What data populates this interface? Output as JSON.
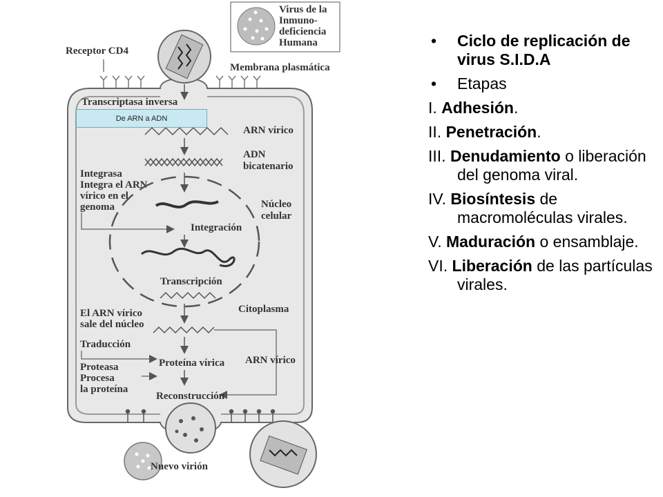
{
  "diagram": {
    "legend": {
      "line1": "Virus de la",
      "line2": "Inmuno-",
      "line3": "deficiencia",
      "line4": "Humana"
    },
    "receptor": "Receptor CD4",
    "membrane": "Membrana plasmática",
    "transcriptase": "Transcriptasa inversa",
    "callout": "De ARN a ADN",
    "rna1": "ARN vírico",
    "dna_line1": "ADN",
    "dna_line2": "bicatenario",
    "integrase": {
      "line1": "Integrasa",
      "line2": "Integra el ARN",
      "line3": "vírico en el",
      "line4": "genoma"
    },
    "nucleus_line1": "Núcleo",
    "nucleus_line2": "celular",
    "integration": "Integración",
    "transcription": "Transcripción",
    "rna_exit": {
      "line1": "El ARN vírico",
      "line2": "sale del núcleo"
    },
    "cytoplasm": "Citoplasma",
    "translation": "Traducción",
    "viral_protein": "Proteína vírica",
    "rna2": "ARN vírico",
    "protease": {
      "line1": "Proteasa",
      "line2": "Procesa",
      "line3": "la proteína"
    },
    "reconstruction": "Reconstrucción",
    "new_virion": "Nuevo virión"
  },
  "notes": {
    "bullet_char": "•",
    "title": "Ciclo de replicación de virus S.I.D.A",
    "subtitle": "Etapas",
    "stages": [
      {
        "num": "I. ",
        "bold": "Adhesión",
        "rest": "."
      },
      {
        "num": "II. ",
        "bold": "Penetración",
        "rest": "."
      },
      {
        "num": "III. ",
        "bold": "Denudamiento",
        "rest": " o liberación del genoma viral."
      },
      {
        "num": "IV. ",
        "bold": "Biosíntesis",
        "rest": " de macromoléculas virales."
      },
      {
        "num": "V. ",
        "bold": "Maduración",
        "rest": " o ensamblaje."
      },
      {
        "num": "VI. ",
        "bold": "Liberación",
        "rest": " de las partículas virales."
      }
    ]
  }
}
